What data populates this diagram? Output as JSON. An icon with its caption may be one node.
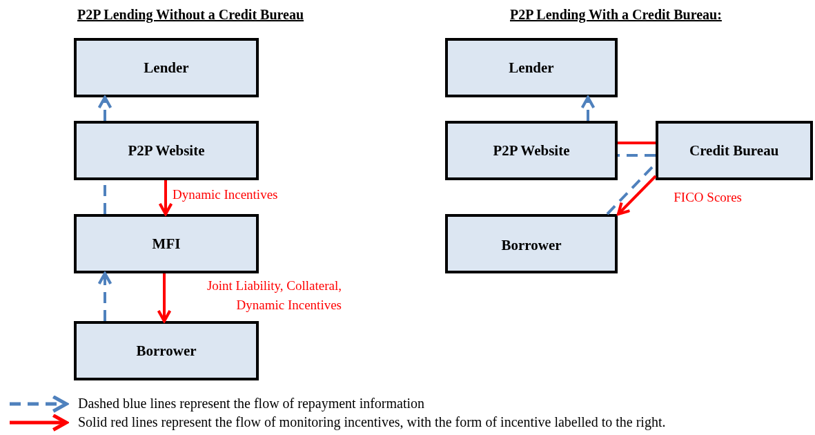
{
  "diagram": {
    "nodes": [
      {
        "text": [
          "Lender"
        ]
      },
      {
        "text": [
          "P2P Website"
        ]
      },
      {
        "text": [
          "MFI"
        ]
      },
      {
        "text": [
          "Borrower"
        ]
      },
      {
        "text": [
          "Lender"
        ]
      },
      {
        "text": [
          "P2P Website"
        ]
      },
      {
        "text": [
          "Credit Bureau"
        ]
      },
      {
        "text": [
          "Borrower"
        ]
      }
    ],
    "edges": [
      {
        "from": 2,
        "to": 1,
        "arrow": "none",
        "style": "dashed",
        "color": "#4f81bd"
      },
      {
        "from": 1,
        "to": 0,
        "arrow": "to",
        "style": "dashed",
        "color": "#4f81bd"
      },
      {
        "from": 3,
        "to": 2,
        "arrow": "to",
        "style": "dashed",
        "color": "#4f81bd"
      },
      {
        "from": 1,
        "to": 2,
        "arrow": "to",
        "color": "#ff0000",
        "label": "Dynamic Incentives"
      },
      {
        "from": 2,
        "to": 3,
        "arrow": "to",
        "color": "#ff0000",
        "label": "Joint Liability, Collateral, Dynamic Incentives"
      },
      {
        "from": 7,
        "to": 6,
        "arrow": "none",
        "style": "dashed",
        "color": "#4f81bd"
      },
      {
        "from": 6,
        "to": 5,
        "arrow": "none",
        "style": "dashed",
        "color": "#4f81bd"
      },
      {
        "from": 5,
        "to": 4,
        "arrow": "to",
        "style": "dashed",
        "color": "#4f81bd"
      },
      {
        "from": 5,
        "to": 6,
        "arrow": "none",
        "color": "#ff0000"
      },
      {
        "from": 6,
        "to": 7,
        "arrow": "to",
        "color": "#ff0000",
        "label": "FICO Scores"
      }
    ],
    "labels": [
      "P2P Lending Without a Credit Bureau",
      "P2P Lending With a Credit Bureau:"
    ],
    "legend": [
      {
        "text": "Dashed blue lines represent the flow of repayment information"
      },
      {
        "text": "Solid red lines represent the flow of monitoring incentives, with the form of incentive labelled to the right."
      }
    ]
  }
}
